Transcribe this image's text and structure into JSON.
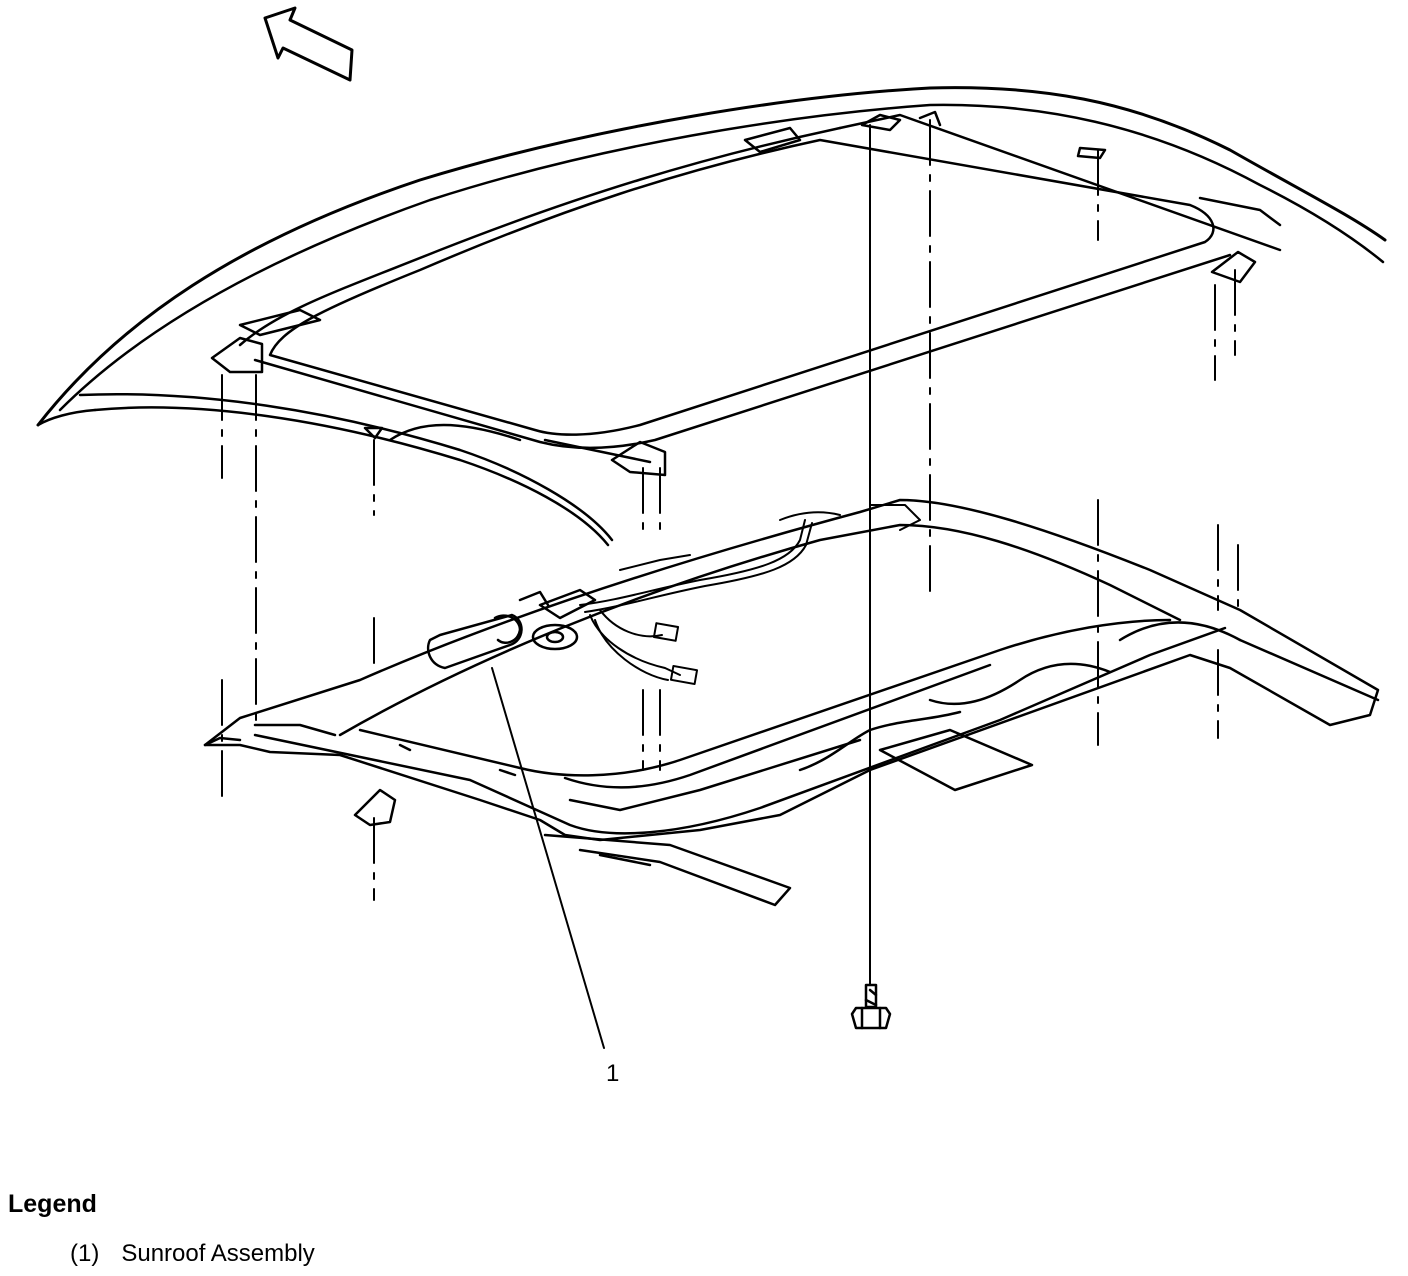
{
  "diagram": {
    "callout_label": "1"
  },
  "legend": {
    "title": "Legend",
    "items": [
      {
        "number": "(1)",
        "label": "Sunroof Assembly"
      }
    ]
  }
}
